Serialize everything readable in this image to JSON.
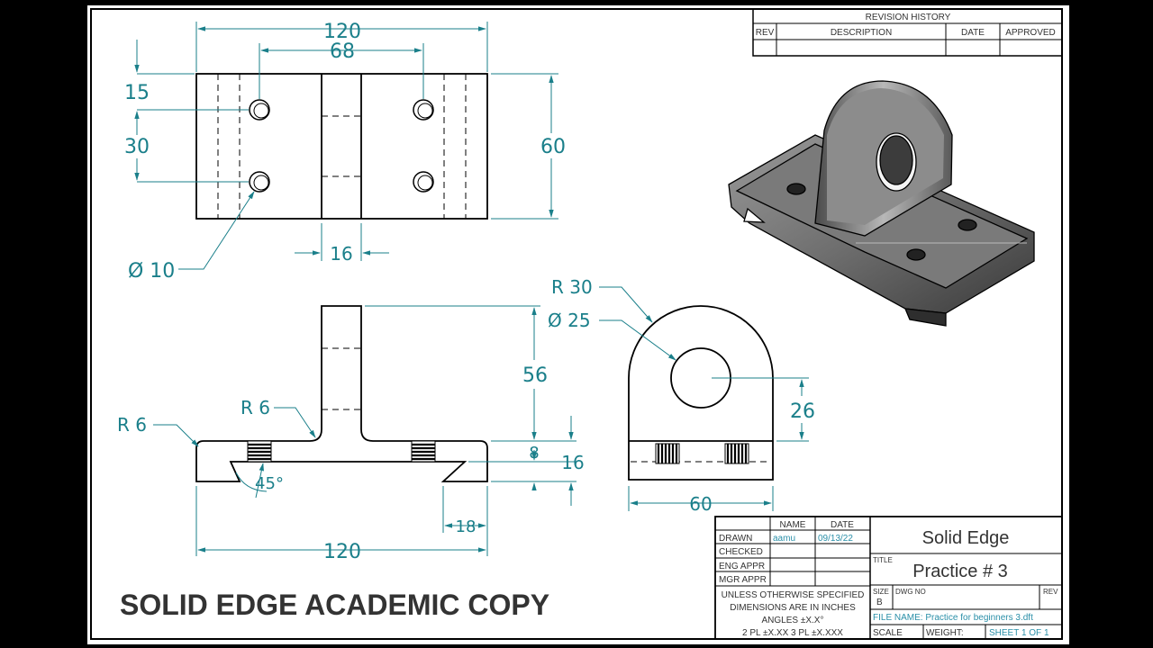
{
  "dimensions": {
    "top_width": "120",
    "hole_spacing_x": "68",
    "edge_offset_y": "15",
    "hole_spacing_y": "30",
    "top_height": "60",
    "slot_width": "16",
    "hole_diameter": "Ø 10",
    "outer_radius": "R 30",
    "bore_diameter": "Ø 25",
    "upright_height": "56",
    "bore_height": "26",
    "fillet_left": "R 6",
    "fillet_center": "R 6",
    "base_thickness": "8",
    "base_height": "16",
    "chamfer_angle": "45°",
    "notch_width": "18",
    "front_width": "120",
    "side_width": "60"
  },
  "revision_block": {
    "title": "REVISION HISTORY",
    "columns": [
      "REV",
      "DESCRIPTION",
      "DATE",
      "APPROVED"
    ]
  },
  "title_block": {
    "name_header": "NAME",
    "date_header": "DATE",
    "rows": [
      {
        "label": "DRAWN",
        "name": "aamu",
        "date": "09/13/22"
      },
      {
        "label": "CHECKED",
        "name": "",
        "date": ""
      },
      {
        "label": "ENG APPR",
        "name": "",
        "date": ""
      },
      {
        "label": "MGR APPR",
        "name": "",
        "date": ""
      }
    ],
    "notes": [
      "UNLESS OTHERWISE SPECIFIED",
      "DIMENSIONS ARE IN INCHES",
      "ANGLES ±X.X°",
      "2 PL ±X.XX 3 PL ±X.XXX"
    ],
    "company": "Solid Edge",
    "title_label": "TITLE",
    "title": "Practice # 3",
    "size_label": "SIZE",
    "size": "B",
    "dwg_no_label": "DWG NO",
    "rev_label": "REV",
    "file_name": "FILE NAME: Practice for beginners 3.dft",
    "scale_label": "SCALE",
    "weight_label": "WEIGHT:",
    "sheet": "SHEET 1 OF 1"
  },
  "watermark": "SOLID EDGE ACADEMIC COPY",
  "colors": {
    "dimension": "#1a7f8a",
    "title_value": "#2a8fa8",
    "line": "#000000",
    "watermark": "#ececec"
  }
}
